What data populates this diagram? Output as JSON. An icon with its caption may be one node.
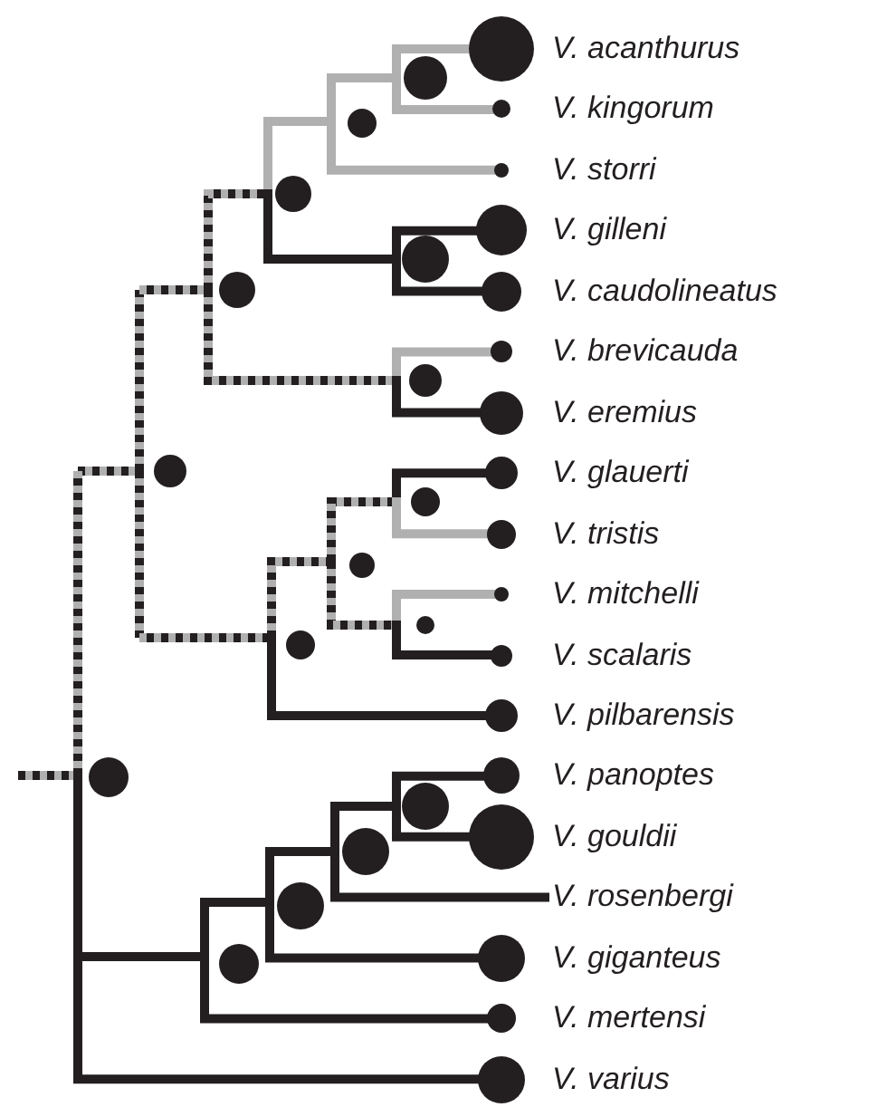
{
  "diagram": {
    "nodes": [
      {
        "text": [
          "V. acanthurus"
        ]
      },
      {
        "text": [
          "V. kingorum"
        ]
      },
      {
        "text": [
          "V. storri"
        ]
      },
      {
        "text": [
          "V. gilleni"
        ]
      },
      {
        "text": [
          "V. caudolineatus"
        ]
      },
      {
        "text": [
          "V. brevicauda"
        ]
      },
      {
        "text": [
          "V. eremius"
        ]
      },
      {
        "text": [
          "V. glauerti"
        ]
      },
      {
        "text": [
          "V. tristis"
        ]
      },
      {
        "text": [
          "V. mitchelli"
        ]
      },
      {
        "text": [
          "V. scalaris"
        ]
      },
      {
        "text": [
          "V. pilbarensis"
        ]
      },
      {
        "text": [
          "V. panoptes"
        ]
      },
      {
        "text": [
          "V. gouldii"
        ]
      },
      {
        "text": [
          "V. rosenbergi"
        ]
      },
      {
        "text": [
          "V. giganteus"
        ]
      },
      {
        "text": [
          "V. mertensi"
        ]
      },
      {
        "text": [
          "V. varius"
        ]
      },
      {
        "text": [],
        "shape": "circle"
      },
      {
        "text": [],
        "shape": "circle"
      },
      {
        "text": [],
        "shape": "circle"
      },
      {
        "text": [],
        "shape": "circle"
      },
      {
        "text": [],
        "shape": "circle"
      },
      {
        "text": [],
        "shape": "circle"
      },
      {
        "text": [],
        "shape": "circle"
      },
      {
        "text": [],
        "shape": "circle"
      },
      {
        "text": [],
        "shape": "circle"
      },
      {
        "text": [],
        "shape": "circle"
      },
      {
        "text": [],
        "shape": "circle"
      },
      {
        "text": [],
        "shape": "circle"
      },
      {
        "text": [],
        "shape": "circle"
      },
      {
        "text": [],
        "shape": "circle"
      },
      {
        "text": [],
        "shape": "circle"
      },
      {
        "text": [],
        "shape": "circle"
      }
    ],
    "edges": [
      {
        "from": null,
        "to": 18,
        "arrow": "none",
        "style": "dashed"
      },
      {
        "from": 18,
        "to": 19,
        "arrow": "none",
        "style": "dashed"
      },
      {
        "from": 18,
        "to": 30,
        "arrow": "none"
      },
      {
        "from": 18,
        "to": 17,
        "arrow": "none"
      },
      {
        "from": 19,
        "to": 20,
        "arrow": "none",
        "style": "dashed"
      },
      {
        "from": 19,
        "to": 26,
        "arrow": "none",
        "style": "dashed"
      },
      {
        "from": 20,
        "to": 21,
        "arrow": "none",
        "style": "dashed"
      },
      {
        "from": 20,
        "to": 25,
        "arrow": "none",
        "style": "dashed"
      },
      {
        "from": 21,
        "to": 22,
        "arrow": "none",
        "color": "#b0b0b0"
      },
      {
        "from": 21,
        "to": 24,
        "arrow": "none"
      },
      {
        "from": 22,
        "to": 23,
        "arrow": "none",
        "color": "#b0b0b0"
      },
      {
        "from": 22,
        "to": 2,
        "arrow": "none",
        "color": "#b0b0b0"
      },
      {
        "from": 23,
        "to": 0,
        "arrow": "none",
        "color": "#b0b0b0"
      },
      {
        "from": 23,
        "to": 1,
        "arrow": "none",
        "color": "#b0b0b0"
      },
      {
        "from": 24,
        "to": 3,
        "arrow": "none"
      },
      {
        "from": 24,
        "to": 4,
        "arrow": "none"
      },
      {
        "from": 25,
        "to": 5,
        "arrow": "none",
        "color": "#b0b0b0"
      },
      {
        "from": 25,
        "to": 6,
        "arrow": "none"
      },
      {
        "from": 26,
        "to": 27,
        "arrow": "none",
        "style": "dashed"
      },
      {
        "from": 26,
        "to": 11,
        "arrow": "none"
      },
      {
        "from": 27,
        "to": 28,
        "arrow": "none",
        "style": "dashed"
      },
      {
        "from": 27,
        "to": 29,
        "arrow": "none",
        "style": "dashed"
      },
      {
        "from": 28,
        "to": 7,
        "arrow": "none"
      },
      {
        "from": 28,
        "to": 8,
        "arrow": "none",
        "color": "#b0b0b0"
      },
      {
        "from": 29,
        "to": 9,
        "arrow": "none",
        "color": "#b0b0b0"
      },
      {
        "from": 29,
        "to": 10,
        "arrow": "none"
      },
      {
        "from": 30,
        "to": 31,
        "arrow": "none"
      },
      {
        "from": 30,
        "to": 16,
        "arrow": "none"
      },
      {
        "from": 31,
        "to": 32,
        "arrow": "none"
      },
      {
        "from": 31,
        "to": 15,
        "arrow": "none"
      },
      {
        "from": 32,
        "to": 33,
        "arrow": "none"
      },
      {
        "from": 32,
        "to": 14,
        "arrow": "none"
      },
      {
        "from": 33,
        "to": 12,
        "arrow": "none"
      },
      {
        "from": 33,
        "to": 13,
        "arrow": "none"
      }
    ]
  }
}
